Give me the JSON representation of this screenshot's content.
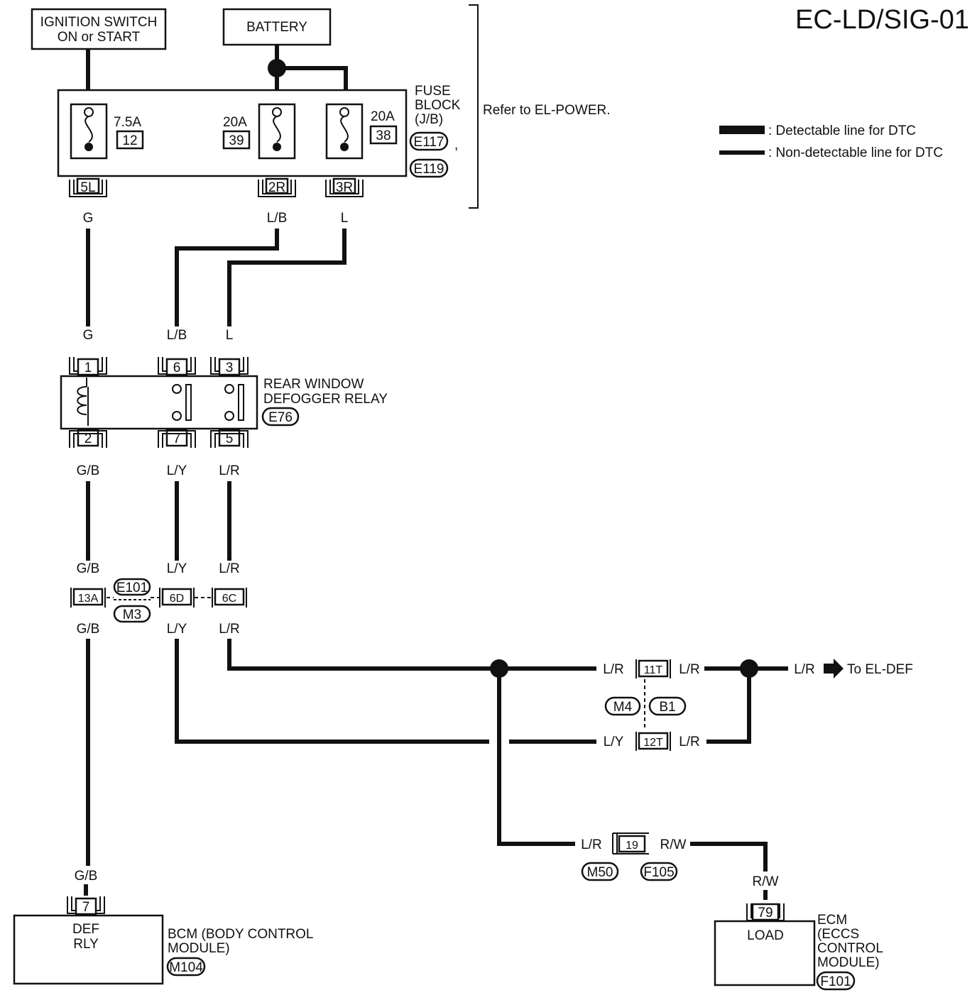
{
  "title": "EC-LD/SIG-01",
  "legend": {
    "detectable": ": Detectable line for DTC",
    "non_detectable": ": Non-detectable line for DTC"
  },
  "sources": {
    "ignition_line1": "IGNITION SWITCH",
    "ignition_line2": "ON or START",
    "battery": "BATTERY"
  },
  "fuse_block": {
    "label1": "FUSE",
    "label2": "BLOCK",
    "label3": "(J/B)",
    "connector1": "E117",
    "comma": ",",
    "connector2": "E119",
    "refer": "Refer to EL-POWER.",
    "fuses": [
      {
        "amp": "7.5A",
        "num": "12",
        "terminal": "5L",
        "wire": "G"
      },
      {
        "amp": "20A",
        "num": "39",
        "terminal": "2R",
        "wire": "L/B"
      },
      {
        "amp": "20A",
        "num": "38",
        "terminal": "3R",
        "wire": "L"
      }
    ]
  },
  "relay": {
    "name1": "REAR WINDOW",
    "name2": "DEFOGGER RELAY",
    "connector": "E76",
    "top_terminals": [
      "1",
      "6",
      "3"
    ],
    "top_wires": [
      "G",
      "L/B",
      "L"
    ],
    "bottom_terminals": [
      "2",
      "7",
      "5"
    ],
    "bottom_wires": [
      "G/B",
      "L/Y",
      "L/R"
    ]
  },
  "joint": {
    "terminals": [
      "13A",
      "6D",
      "6C"
    ],
    "wires_above": [
      "G/B",
      "L/Y",
      "L/R"
    ],
    "wires_below": [
      "G/B",
      "L/Y",
      "L/R"
    ],
    "connector_top": "E101",
    "connector_bottom": "M3"
  },
  "right_side": {
    "t11": "11T",
    "t12": "12T",
    "c_left": "M4",
    "c_right": "B1",
    "w11_left": "L/R",
    "w11_right": "L/R",
    "w12_left": "L/Y",
    "w12_right": "L/R",
    "out_wire": "L/R",
    "out_label": "To EL-DEF",
    "t19": "19",
    "w19_left": "L/R",
    "w19_right": "R/W",
    "c19_left": "M50",
    "c19_right": "F105"
  },
  "bcm": {
    "wire": "G/B",
    "terminal": "7",
    "text1": "DEF",
    "text2": "RLY",
    "name1": "BCM (BODY CONTROL",
    "name2": "MODULE)",
    "connector": "M104"
  },
  "ecm": {
    "wire": "R/W",
    "terminal": "79",
    "text": "LOAD",
    "name1": "ECM",
    "name2": "(ECCS",
    "name3": "CONTROL",
    "name4": "MODULE)",
    "connector": "F101"
  }
}
